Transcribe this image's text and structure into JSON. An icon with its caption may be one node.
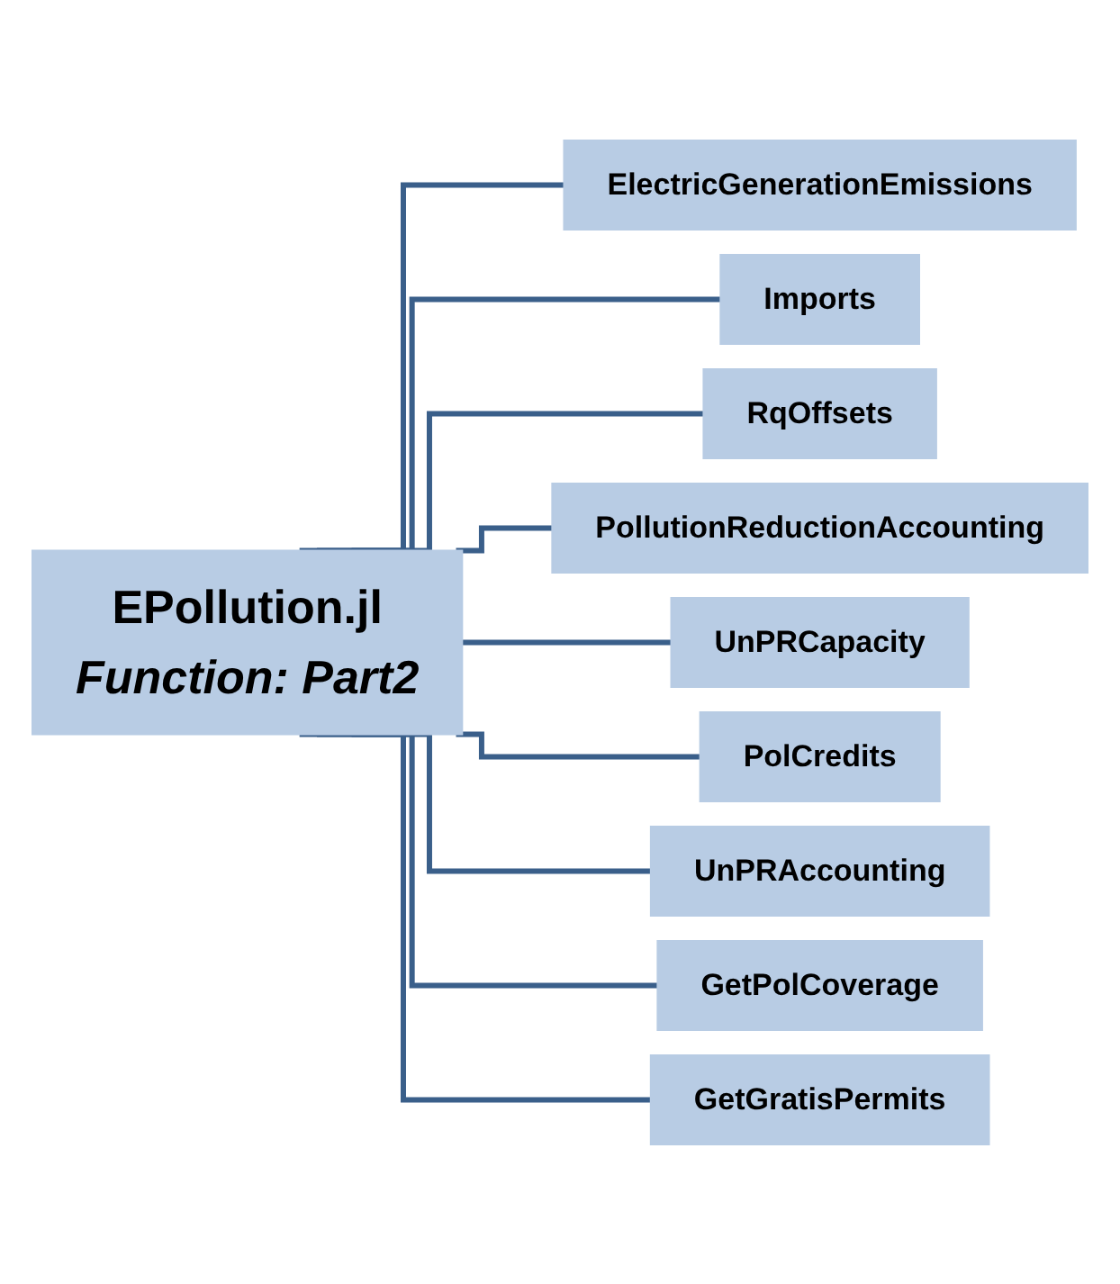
{
  "diagram": {
    "nodes": [
      {
        "text": [
          "EPollution.jl",
          "Function: Part2"
        ]
      },
      {
        "text": [
          "ElectricGenerationEmissions"
        ]
      },
      {
        "text": [
          "Imports"
        ]
      },
      {
        "text": [
          "RqOffsets"
        ]
      },
      {
        "text": [
          "PollutionReductionAccounting"
        ]
      },
      {
        "text": [
          "UnPRCapacity"
        ]
      },
      {
        "text": [
          "PolCredits"
        ]
      },
      {
        "text": [
          "UnPRAccounting"
        ]
      },
      {
        "text": [
          "GetPolCoverage"
        ]
      },
      {
        "text": [
          "GetGratisPermits"
        ]
      }
    ],
    "edges": [
      {
        "from": 0,
        "to": 1,
        "arrow": "none"
      },
      {
        "from": 0,
        "to": 2,
        "arrow": "none"
      },
      {
        "from": 0,
        "to": 3,
        "arrow": "none"
      },
      {
        "from": 0,
        "to": 4,
        "arrow": "none"
      },
      {
        "from": 0,
        "to": 5,
        "arrow": "none"
      },
      {
        "from": 0,
        "to": 6,
        "arrow": "none"
      },
      {
        "from": 0,
        "to": 7,
        "arrow": "none"
      },
      {
        "from": 0,
        "to": 8,
        "arrow": "none"
      },
      {
        "from": 0,
        "to": 9,
        "arrow": "none"
      }
    ]
  }
}
